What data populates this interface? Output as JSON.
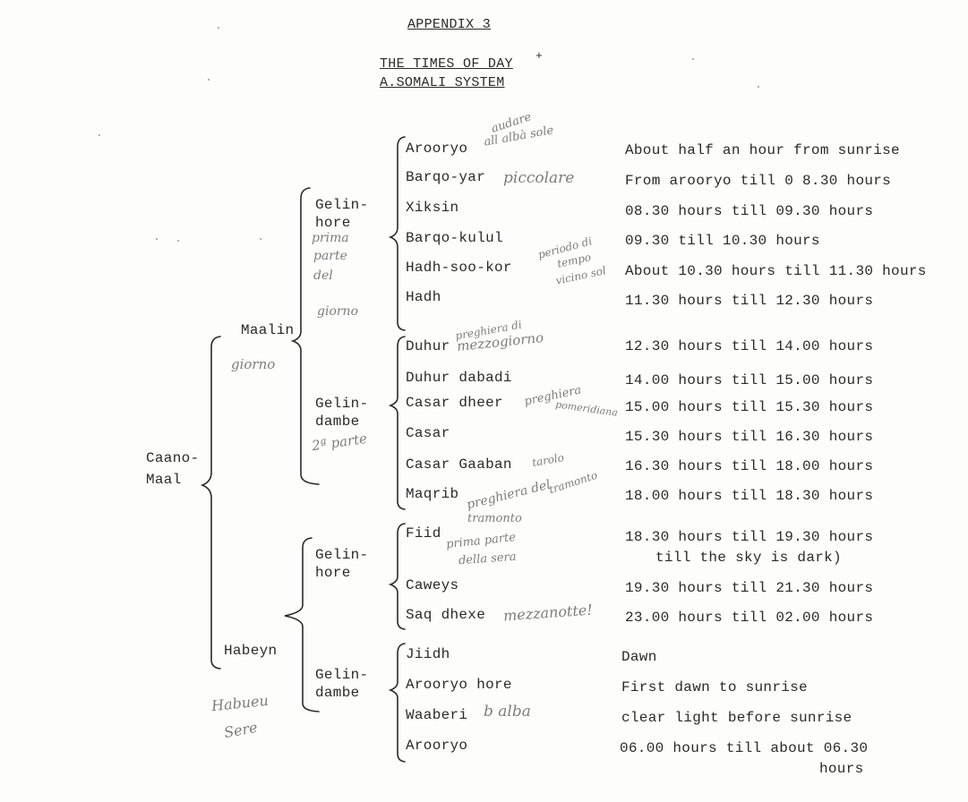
{
  "header": {
    "appendix": "APPENDIX 3",
    "title": "THE TIMES OF DAY",
    "footnote_mark": "+",
    "subtitle": "A.SOMALI SYSTEM"
  },
  "tree": {
    "root": [
      "Caano-",
      "Maal"
    ],
    "maalin": "Maalin",
    "habeyn": "Habeyn",
    "maalin_hore": [
      "Gelin-",
      "hore"
    ],
    "maalin_dambe": [
      "Gelin-",
      "dambe"
    ],
    "habeyn_hore": [
      "Gelin-",
      "hore"
    ],
    "habeyn_dambe": [
      "Gelin-",
      "dambe"
    ]
  },
  "rows": [
    {
      "name": "Arooryo",
      "desc": "About half an hour from sunrise"
    },
    {
      "name": "Barqo-yar",
      "desc": "From arooryo till 0 8.30 hours"
    },
    {
      "name": "Xiksin",
      "desc": "08.30 hours till 09.30 hours"
    },
    {
      "name": "Barqo-kulul",
      "desc": "09.30 till 10.30 hours"
    },
    {
      "name": "Hadh-soo-kor",
      "desc": "About 10.30 hours till 11.30 hours"
    },
    {
      "name": "Hadh",
      "desc": "11.30 hours till 12.30 hours"
    },
    {
      "name": "Duhur",
      "desc": "12.30 hours till 14.00 hours"
    },
    {
      "name": "Duhur dabadi",
      "desc": "14.00 hours till 15.00 hours"
    },
    {
      "name": "Casar dheer",
      "desc": "15.00 hours till 15.30 hours"
    },
    {
      "name": "Casar",
      "desc": "15.30 hours till 16.30 hours"
    },
    {
      "name": "Casar Gaaban",
      "desc": "16.30 hours till 18.00 hours"
    },
    {
      "name": "Maqrib",
      "desc": "18.00 hours till 18.30 hours"
    },
    {
      "name": "Fiid",
      "desc": "18.30 hours till 19.30 hours",
      "desc2": "till the sky is dark)"
    },
    {
      "name": "Caweys",
      "desc": "19.30 hours till 21.30 hours"
    },
    {
      "name": "Saq dhexe",
      "desc": "23.00 hours till 02.00 hours"
    },
    {
      "name": "Jiidh",
      "desc": "Dawn"
    },
    {
      "name": "Arooryo hore",
      "desc": "First dawn to sunrise"
    },
    {
      "name": "Waaberi",
      "desc": "clear light before sunrise"
    },
    {
      "name": "Arooryo",
      "desc": "06.00 hours till about 06.30",
      "desc2": "hours"
    }
  ],
  "handwritten_notes": {
    "arooryo": [
      "audare",
      "all albà sole"
    ],
    "barqo_yar": "piccolare",
    "hadh_soo_kor": [
      "periodo di",
      "tempo",
      "vicino sol"
    ],
    "maalin_hore": [
      "prima",
      "parte",
      "del",
      "giorno"
    ],
    "maalin": "giorno",
    "duhur": [
      "preghiera di",
      "mezzogiorno"
    ],
    "casar_dheer": [
      "preghiera",
      "pomeridiana"
    ],
    "maalin_dambe": "2ª parte",
    "casar_gaaban": [
      "tramonto",
      "tarolo"
    ],
    "maqrib": [
      "preghiera del",
      "tramonto"
    ],
    "fiid": [
      "prima parte",
      "della sera"
    ],
    "saq_dhexe": "mezzanotte!",
    "waaberi": "b alba",
    "habeyn": [
      "Habueu",
      "Sere"
    ]
  }
}
